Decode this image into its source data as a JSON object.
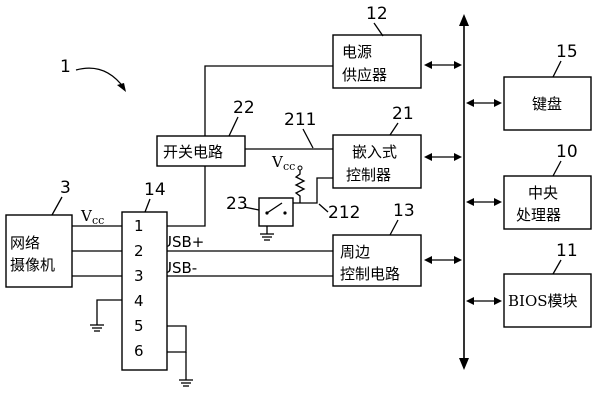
{
  "diagram": {
    "ref_main": "1",
    "blocks": {
      "power": {
        "line1": "电源",
        "line2": "供应器",
        "ref": "12"
      },
      "switch_circuit": {
        "label": "开关电路",
        "ref": "22"
      },
      "embedded": {
        "line1": "嵌入式",
        "line2": "控制器",
        "ref": "21"
      },
      "peripheral": {
        "line1": "周边",
        "line2": "控制电路",
        "ref": "13"
      },
      "camera": {
        "line1": "网络",
        "line2": "摄像机",
        "ref": "3"
      },
      "connector": {
        "ref": "14",
        "pins": [
          "1",
          "2",
          "3",
          "4",
          "5",
          "6"
        ]
      },
      "keyboard": {
        "label": "键盘",
        "ref": "15"
      },
      "cpu": {
        "line1": "中央",
        "line2": "处理器",
        "ref": "10"
      },
      "bios": {
        "label": "BIOS模块",
        "ref": "11"
      }
    },
    "signals": {
      "vcc_camera_V": "V",
      "vcc_camera_cc": "cc",
      "vcc_switch_V": "V",
      "vcc_switch_cc": "cc",
      "usb_plus": "USB+",
      "usb_minus": "USB-"
    },
    "refs": {
      "wire_211": "211",
      "wire_212": "212",
      "switch_23": "23"
    }
  }
}
